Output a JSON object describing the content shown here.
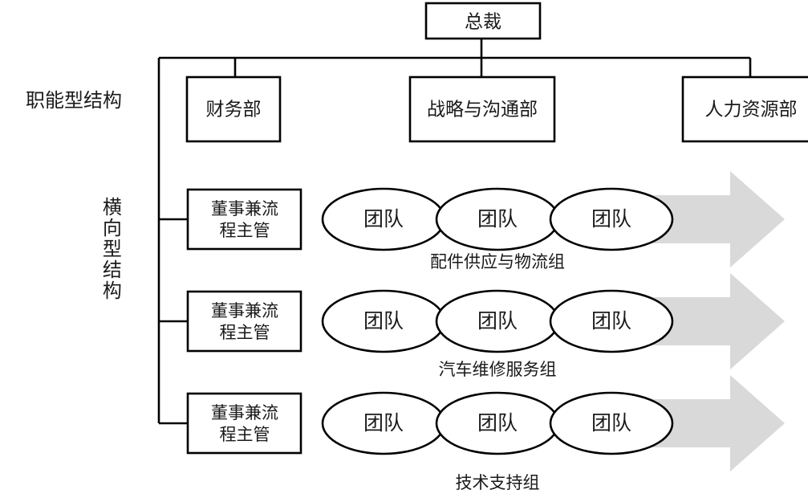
{
  "diagram": {
    "title_box": {
      "label": "总裁"
    },
    "side_labels": {
      "functional": "职能型结构",
      "horizontal": "横向型结构"
    },
    "departments": [
      {
        "label": "财务部"
      },
      {
        "label": "战略与沟通部"
      },
      {
        "label": "人力资源部"
      }
    ],
    "process_rows": [
      {
        "manager_line1": "董事兼流",
        "manager_line2": "程主管",
        "teams": [
          "团队",
          "团队",
          "团队"
        ],
        "group_label": "配件供应与物流组"
      },
      {
        "manager_line1": "董事兼流",
        "manager_line2": "程主管",
        "teams": [
          "团队",
          "团队",
          "团队"
        ],
        "group_label": "汽车维修服务组"
      },
      {
        "manager_line1": "董事兼流",
        "manager_line2": "程主管",
        "teams": [
          "团队",
          "团队",
          "团队"
        ],
        "group_label": "技术支持组"
      }
    ],
    "colors": {
      "line": "#000000",
      "arrow_fill": "#d9d9d9",
      "text": "#1a1a1a",
      "background": "#ffffff"
    }
  }
}
